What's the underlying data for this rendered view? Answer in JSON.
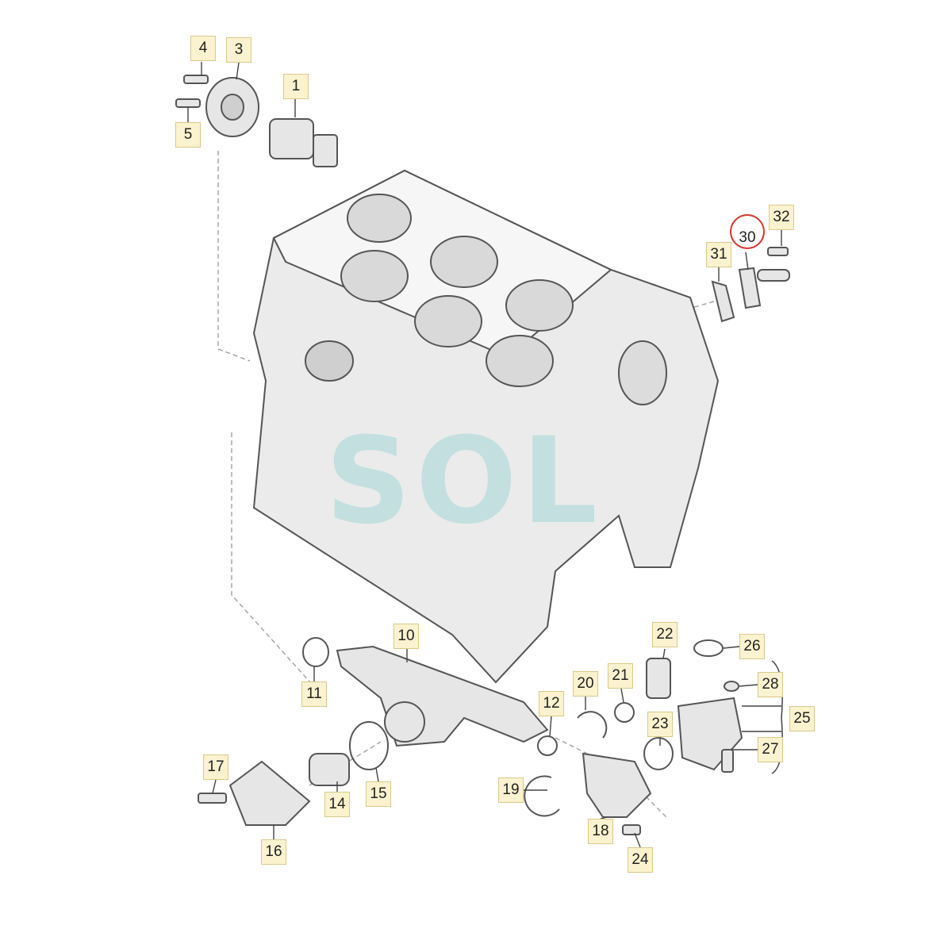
{
  "watermark": "SOL",
  "highlight_color": "#d9342b",
  "labels": [
    "1",
    "3",
    "4",
    "5",
    "10",
    "11",
    "12",
    "14",
    "15",
    "16",
    "17",
    "18",
    "19",
    "20",
    "21",
    "22",
    "23",
    "24",
    "25",
    "26",
    "27",
    "28",
    "30",
    "31",
    "32"
  ]
}
